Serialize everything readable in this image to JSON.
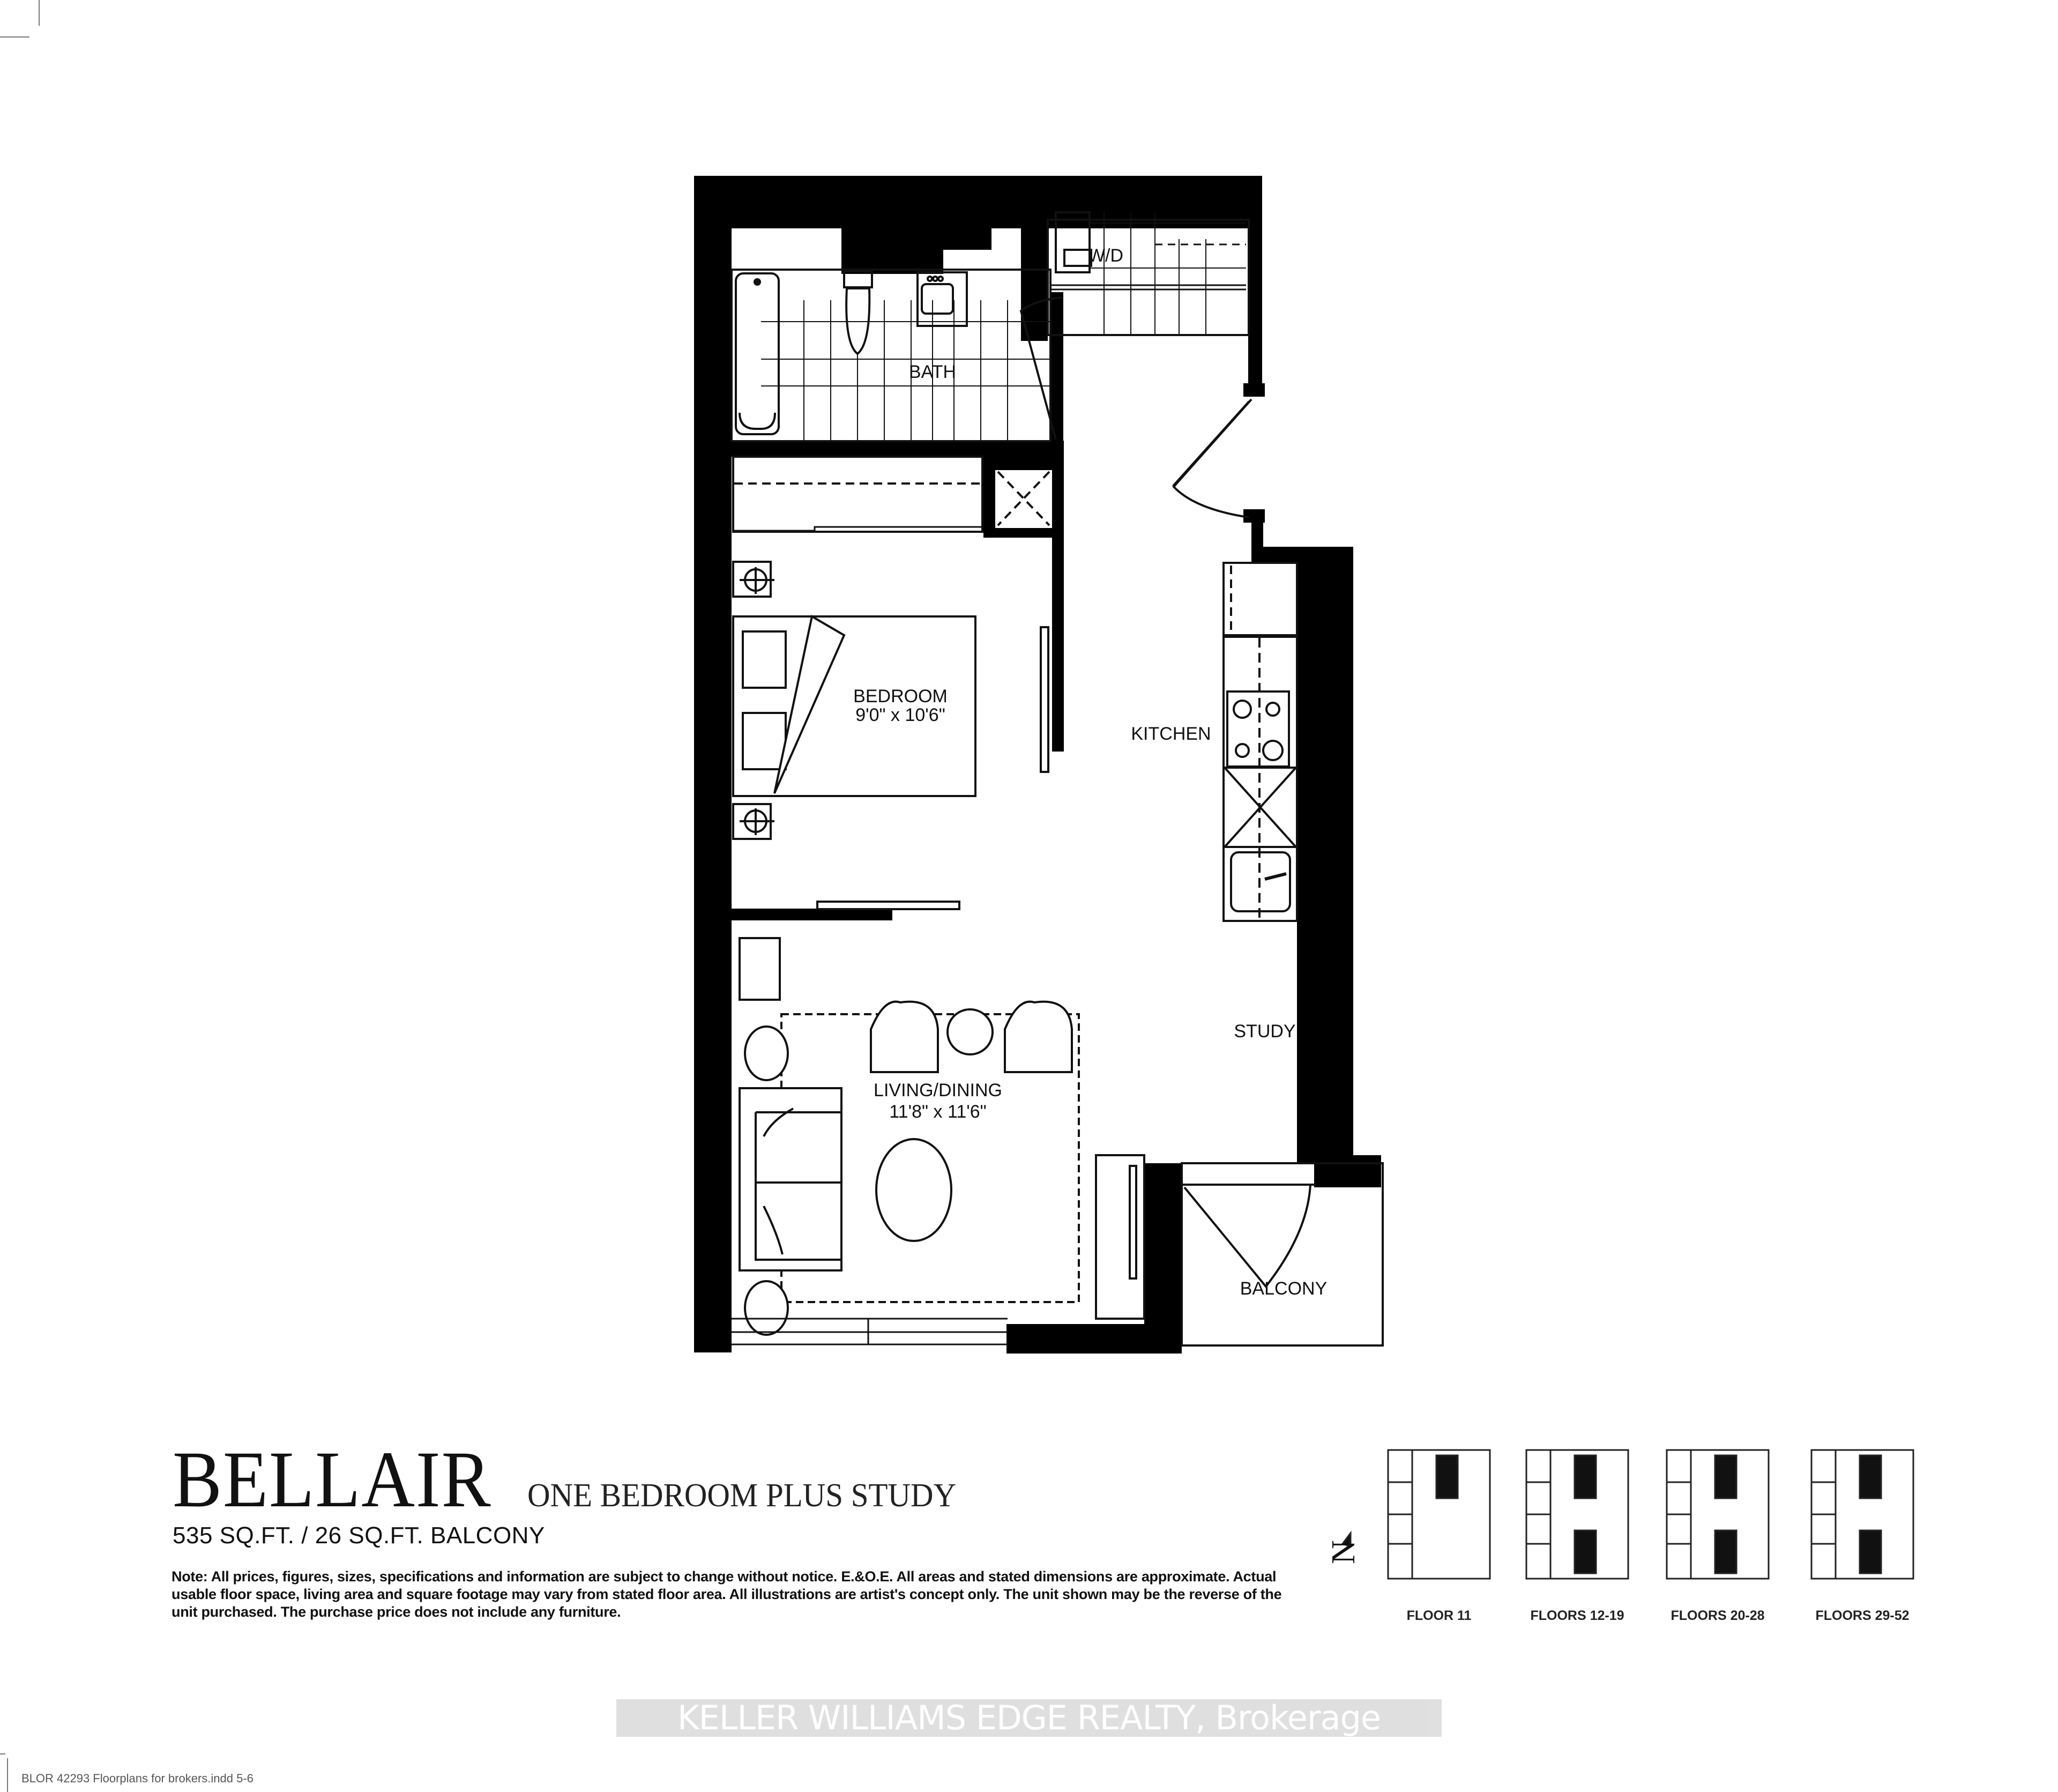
{
  "unit": {
    "name": "BELLAIR",
    "type": "ONE BEDROOM PLUS STUDY",
    "area": "535 SQ.FT. / 26 SQ.FT. BALCONY"
  },
  "rooms": {
    "bath": "BATH",
    "wd": "W/D",
    "bedroom": "BEDROOM",
    "bedroom_dims": "9'0\" x 10'6\"",
    "kitchen": "KITCHEN",
    "living": "LIVING/DINING",
    "living_dims": "11'8\" x 11'6\"",
    "study": "STUDY",
    "balcony": "BALCONY"
  },
  "disclaimer": "Note: All prices, figures, sizes, specifications and information are subject to change without notice. E.&O.E. All areas and stated dimensions are approximate. Actual usable floor space, living area and square footage may vary from stated floor area. All illustrations are artist's concept only. The unit shown may be the reverse of the unit purchased. The purchase price does not include any furniture.",
  "north_label": "N",
  "keyplans": [
    {
      "label": "FLOOR 11"
    },
    {
      "label": "FLOORS 12-19"
    },
    {
      "label": "FLOORS 20-28"
    },
    {
      "label": "FLOORS 29-52"
    }
  ],
  "watermark": "KELLER WILLIAMS EDGE REALTY, Brokerage",
  "slug": "BLOR 42293 Floorplans for brokers.indd   5-6",
  "colors": {
    "wall": "#000000",
    "line": "#111111",
    "background": "#ffffff",
    "watermark_bg": "#dedede"
  }
}
